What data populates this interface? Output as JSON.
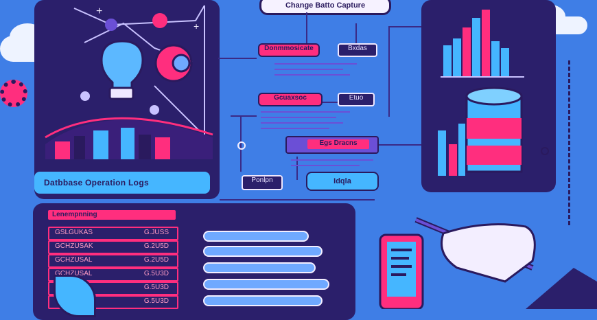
{
  "header": {
    "title": "Change Batto Capture"
  },
  "left_panel": {
    "banner": "Datbbase Operation Logs"
  },
  "flow": {
    "nodes": [
      {
        "label": "Donmmosicate"
      },
      {
        "label": "Bxdas"
      },
      {
        "label": "Gcuaxsoc"
      },
      {
        "label": "Etuo"
      },
      {
        "label": "Egs   Dracns"
      },
      {
        "label": "Ponlpn"
      },
      {
        "label": "Idqla"
      }
    ]
  },
  "log_table": {
    "header": "Lenempnning",
    "rows": [
      {
        "left": "GSLGUKAS",
        "right": "G.JUSS"
      },
      {
        "left": "GCHZUSAK",
        "right": "G.2U5D"
      },
      {
        "left": "GCHZUSAL",
        "right": "G.2U5D"
      },
      {
        "left": "GCHZUSAL",
        "right": "G.5U3D"
      },
      {
        "left": "",
        "right": "G.5U3D"
      },
      {
        "left": "",
        "right": "G.5U3D"
      }
    ]
  },
  "colors": {
    "background": "#3f7ee6",
    "panel": "#2b1f6b",
    "accent_pink": "#ff2e7e",
    "accent_blue": "#45b6ff"
  }
}
